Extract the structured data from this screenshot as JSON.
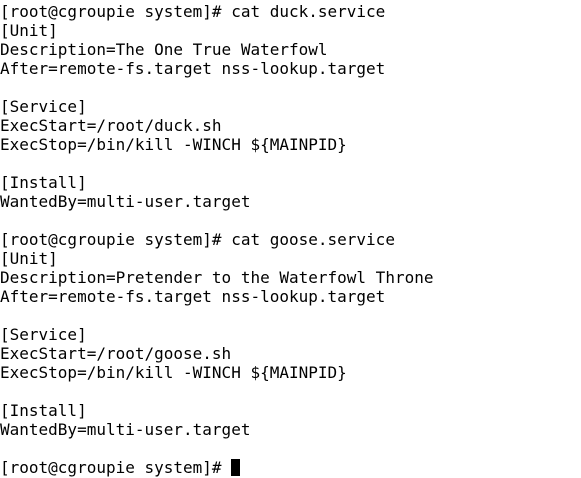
{
  "terminal": {
    "lines": [
      "[root@cgroupie system]# cat duck.service",
      "[Unit]",
      "Description=The One True Waterfowl",
      "After=remote-fs.target nss-lookup.target",
      "",
      "[Service]",
      "ExecStart=/root/duck.sh",
      "ExecStop=/bin/kill -WINCH ${MAINPID}",
      "",
      "[Install]",
      "WantedBy=multi-user.target",
      "",
      "[root@cgroupie system]# cat goose.service",
      "[Unit]",
      "Description=Pretender to the Waterfowl Throne",
      "After=remote-fs.target nss-lookup.target",
      "",
      "[Service]",
      "ExecStart=/root/goose.sh",
      "ExecStop=/bin/kill -WINCH ${MAINPID}",
      "",
      "[Install]",
      "WantedBy=multi-user.target",
      ""
    ],
    "prompt": "[root@cgroupie system]# ",
    "colors": {
      "background": "#ffffff",
      "foreground": "#000000",
      "cursor": "#000000"
    }
  }
}
